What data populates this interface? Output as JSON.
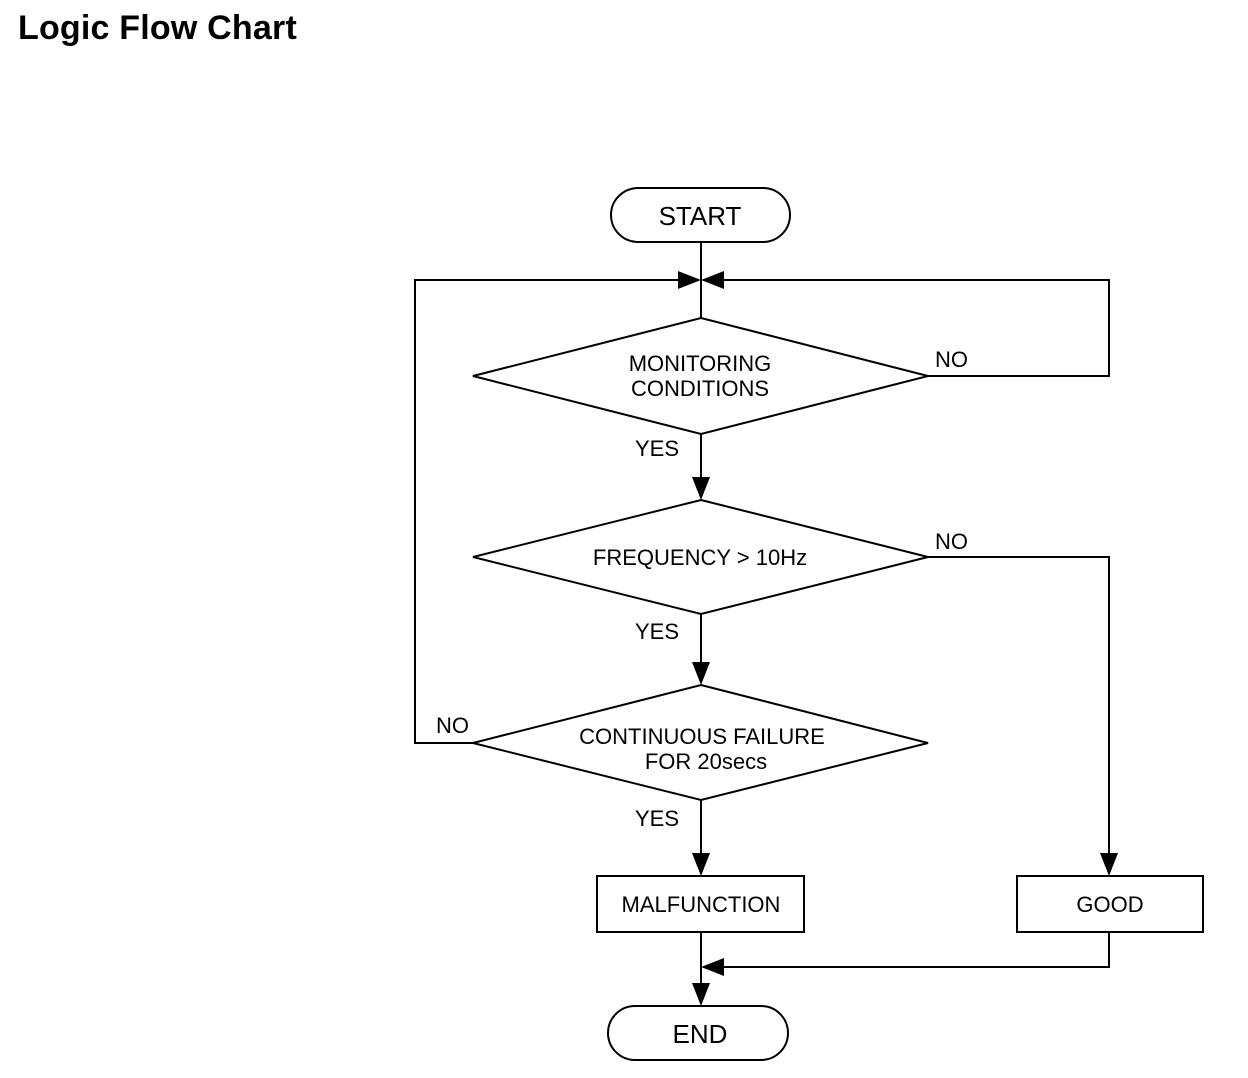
{
  "title": "Logic Flow Chart",
  "nodes": {
    "start": "START",
    "monitoring": [
      "MONITORING",
      "CONDITIONS"
    ],
    "frequency": "FREQUENCY > 10Hz",
    "continuous": [
      "CONTINUOUS FAILURE",
      "FOR 20secs"
    ],
    "malfunction": "MALFUNCTION",
    "good": "GOOD",
    "end": "END"
  },
  "labels": {
    "monitoring_yes": "YES",
    "monitoring_no": "NO",
    "frequency_yes": "YES",
    "frequency_no": "NO",
    "continuous_yes": "YES",
    "continuous_no": "NO"
  }
}
